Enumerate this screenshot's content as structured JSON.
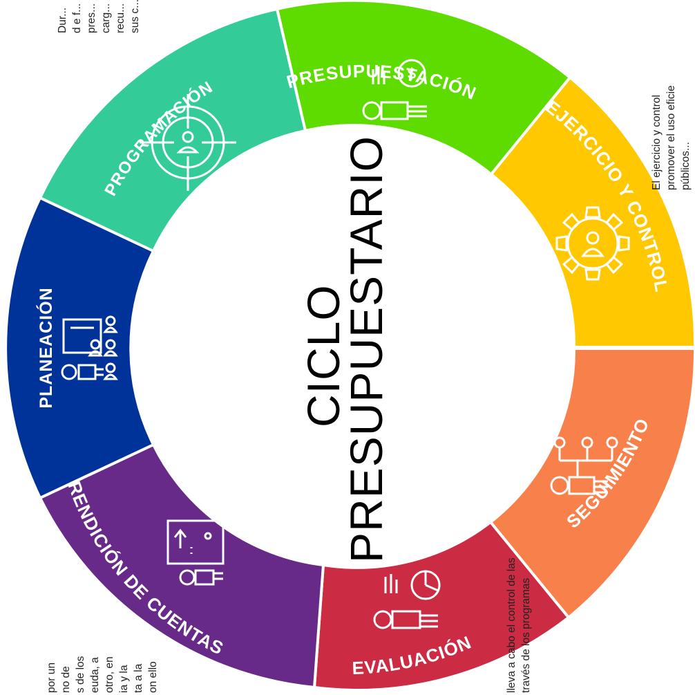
{
  "diagram": {
    "center_title": [
      "CICLO",
      "PRESUPUESTARIO"
    ],
    "stages": [
      {
        "id": "presupuestacion",
        "label": "PRESUPUESTACIÓN",
        "color": "#5EDC00",
        "icon": "money-analysis-icon"
      },
      {
        "id": "ejercicio",
        "label": "EJERCICIO Y CONTROL",
        "color": "#FFC800",
        "icon": "gear-person-icon"
      },
      {
        "id": "seguimiento",
        "label": "SEGUIMIENTO",
        "color": "#F8804A",
        "icon": "network-person-icon"
      },
      {
        "id": "evaluacion",
        "label": "EVALUACIÓN",
        "color": "#CC2B44",
        "icon": "pie-chart-person-icon"
      },
      {
        "id": "rendicion",
        "label": "RENDICIÓN DE CUENTAS",
        "color": "#672A89",
        "icon": "presentation-person-icon"
      },
      {
        "id": "planeacion",
        "label": "PLANEACIÓN",
        "color": "#003399",
        "icon": "team-planning-icon"
      },
      {
        "id": "programacion",
        "label": "PROGRAMACIÓN",
        "color": "#33CC99",
        "icon": "target-icon"
      }
    ]
  },
  "side_texts": {
    "top_right": [
      "Dur...",
      "d e f...",
      "pres...",
      "carg...",
      "recu...",
      "sus c..."
    ],
    "right": [
      "El ejercicio y control",
      "promover el uso eficie",
      "públicos..."
    ],
    "bottom": [
      "lleva a cabo el control de las",
      "través de los programas"
    ],
    "left": [
      "por un",
      "no de",
      "s de los",
      "euda, a",
      "otro, en",
      "ia y la",
      "ta a la",
      "on ello"
    ]
  }
}
